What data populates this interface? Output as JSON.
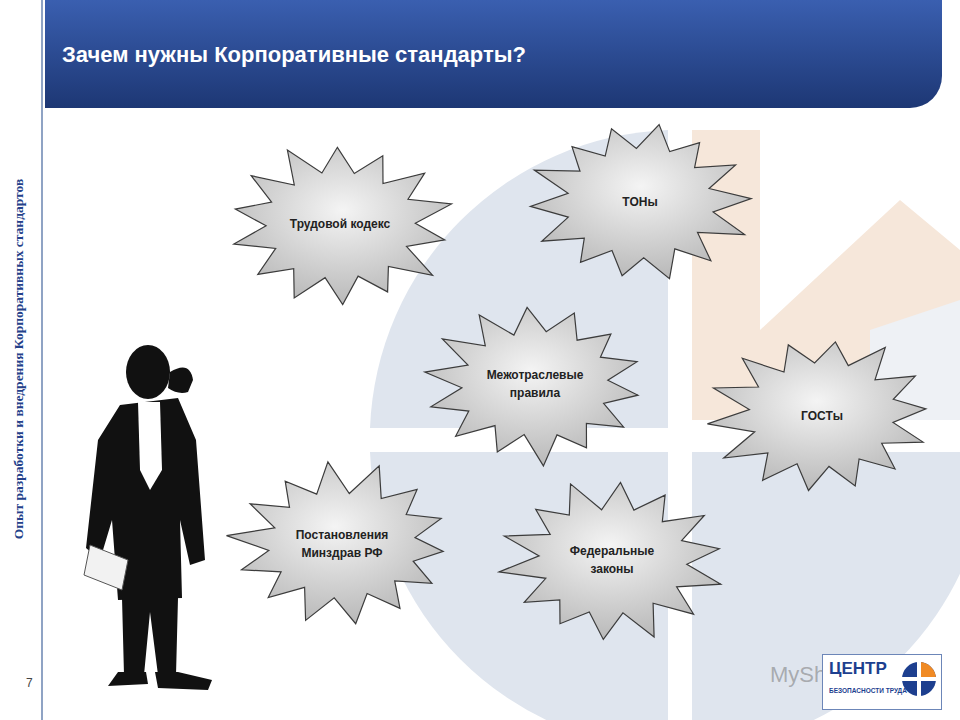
{
  "diagram": {
    "title": "Зачем нужны Корпоративные стандарты?",
    "nodes": [
      {
        "text": [
          "Трудовой кодекс"
        ]
      },
      {
        "text": [
          "ТОНы"
        ]
      },
      {
        "text": [
          "Межотраслевые правила"
        ]
      },
      {
        "text": [
          "ГОСТы"
        ]
      },
      {
        "text": [
          "Постановления Минздрав РФ"
        ]
      },
      {
        "text": [
          "Федеральные законы"
        ]
      }
    ],
    "labels": [
      "Опыт разработки и внедрения Корпоративных стандартов",
      "7",
      "ЦЕНТР",
      "БЕЗОПАСНОСТИ ТРУДА",
      "MyShared"
    ]
  }
}
